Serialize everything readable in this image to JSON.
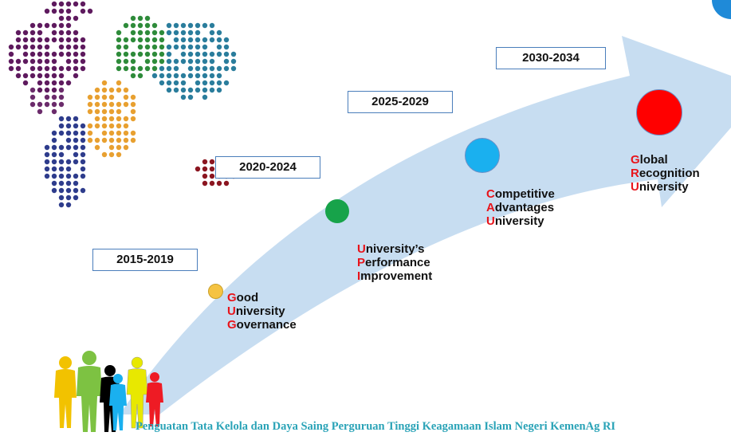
{
  "periods": [
    {
      "label": "2015-2019"
    },
    {
      "label": "2020-2024"
    },
    {
      "label": "2025-2029"
    },
    {
      "label": "2030-2034"
    }
  ],
  "stages": [
    {
      "lines": [
        {
          "initial": "G",
          "rest": "ood"
        },
        {
          "initial": "U",
          "rest": "niversity"
        },
        {
          "initial": "G",
          "rest": "overnance"
        }
      ],
      "dot_color": "#f5c342"
    },
    {
      "lines": [
        {
          "initial": "U",
          "rest": "niversity’s"
        },
        {
          "initial": "P",
          "rest": "erformance"
        },
        {
          "initial": "I",
          "rest": "mprovement"
        }
      ],
      "dot_color": "#17a34a"
    },
    {
      "lines": [
        {
          "initial": "C",
          "rest": "ompetitive"
        },
        {
          "initial": "A",
          "rest": "dvantages"
        },
        {
          "initial": "U",
          "rest": "niversity"
        }
      ],
      "dot_color": "#1ab0ef"
    },
    {
      "lines": [
        {
          "initial": "G",
          "rest": "lobal"
        },
        {
          "initial": "R",
          "rest": "ecognition"
        },
        {
          "initial": "U",
          "rest": "niversity"
        }
      ],
      "dot_color": "#ee1b24"
    }
  ],
  "footer": {
    "text": "Penguatan Tata Kelola dan Daya Saing Perguruan Tinggi Keagamaan Islam Negeri KemenAg RI"
  },
  "colors": {
    "arrow": "#bdd7ee",
    "initial_letter": "#e8141b",
    "footer_text": "#2aa3b7",
    "map_regions": [
      "#5e1a5e",
      "#2e8b3a",
      "#2a7d9c",
      "#e8a030",
      "#2e3c8c",
      "#8b1520",
      "#6b2b6b"
    ],
    "people": [
      "#f2c200",
      "#7dc242",
      "#000000",
      "#1ab0ef",
      "#e8e800",
      "#ee1b24"
    ]
  }
}
